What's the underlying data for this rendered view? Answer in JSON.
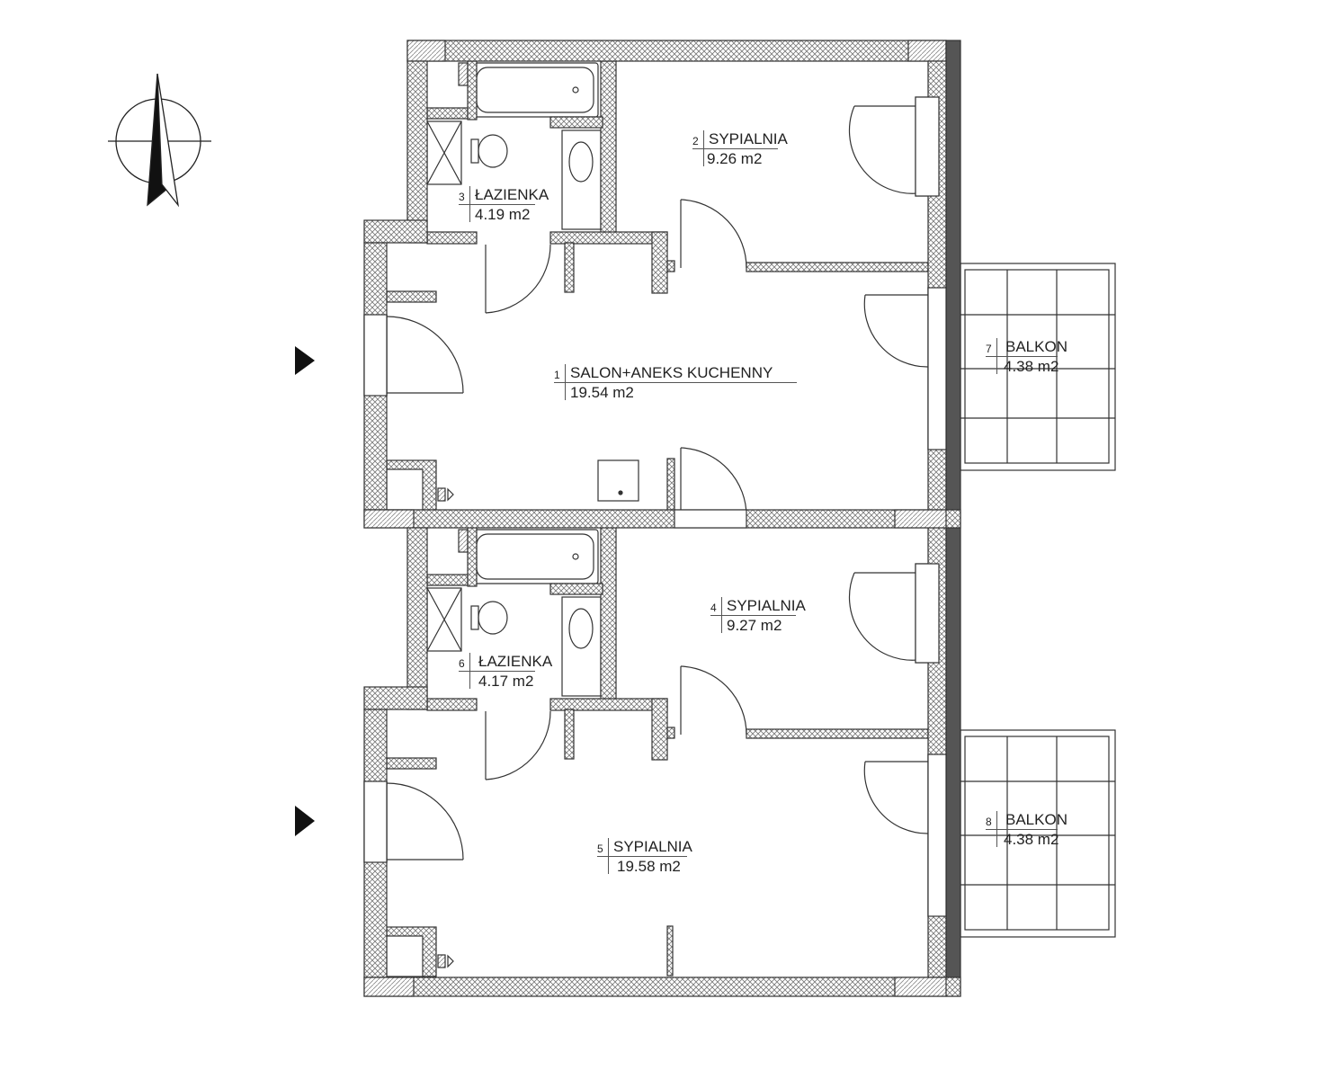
{
  "rooms": [
    {
      "number": "1",
      "name": "SALON+ANEKS KUCHENNY",
      "area": "19.54 m2"
    },
    {
      "number": "2",
      "name": "SYPIALNIA",
      "area": "9.26 m2"
    },
    {
      "number": "3",
      "name": "ŁAZIENKA",
      "area": "4.19 m2"
    },
    {
      "number": "4",
      "name": "SYPIALNIA",
      "area": "9.27 m2"
    },
    {
      "number": "5",
      "name": "SYPIALNIA",
      "area": "19.58 m2"
    },
    {
      "number": "6",
      "name": "ŁAZIENKA",
      "area": "4.17 m2"
    },
    {
      "number": "7",
      "name": "BALKON",
      "area": "4.38 m2"
    },
    {
      "number": "8",
      "name": "BALKON",
      "area": "4.38 m2"
    }
  ],
  "colors": {
    "line": "#333333",
    "wall_fill": "#ffffff",
    "hatch": "#777777",
    "dark_wall": "#555555"
  }
}
